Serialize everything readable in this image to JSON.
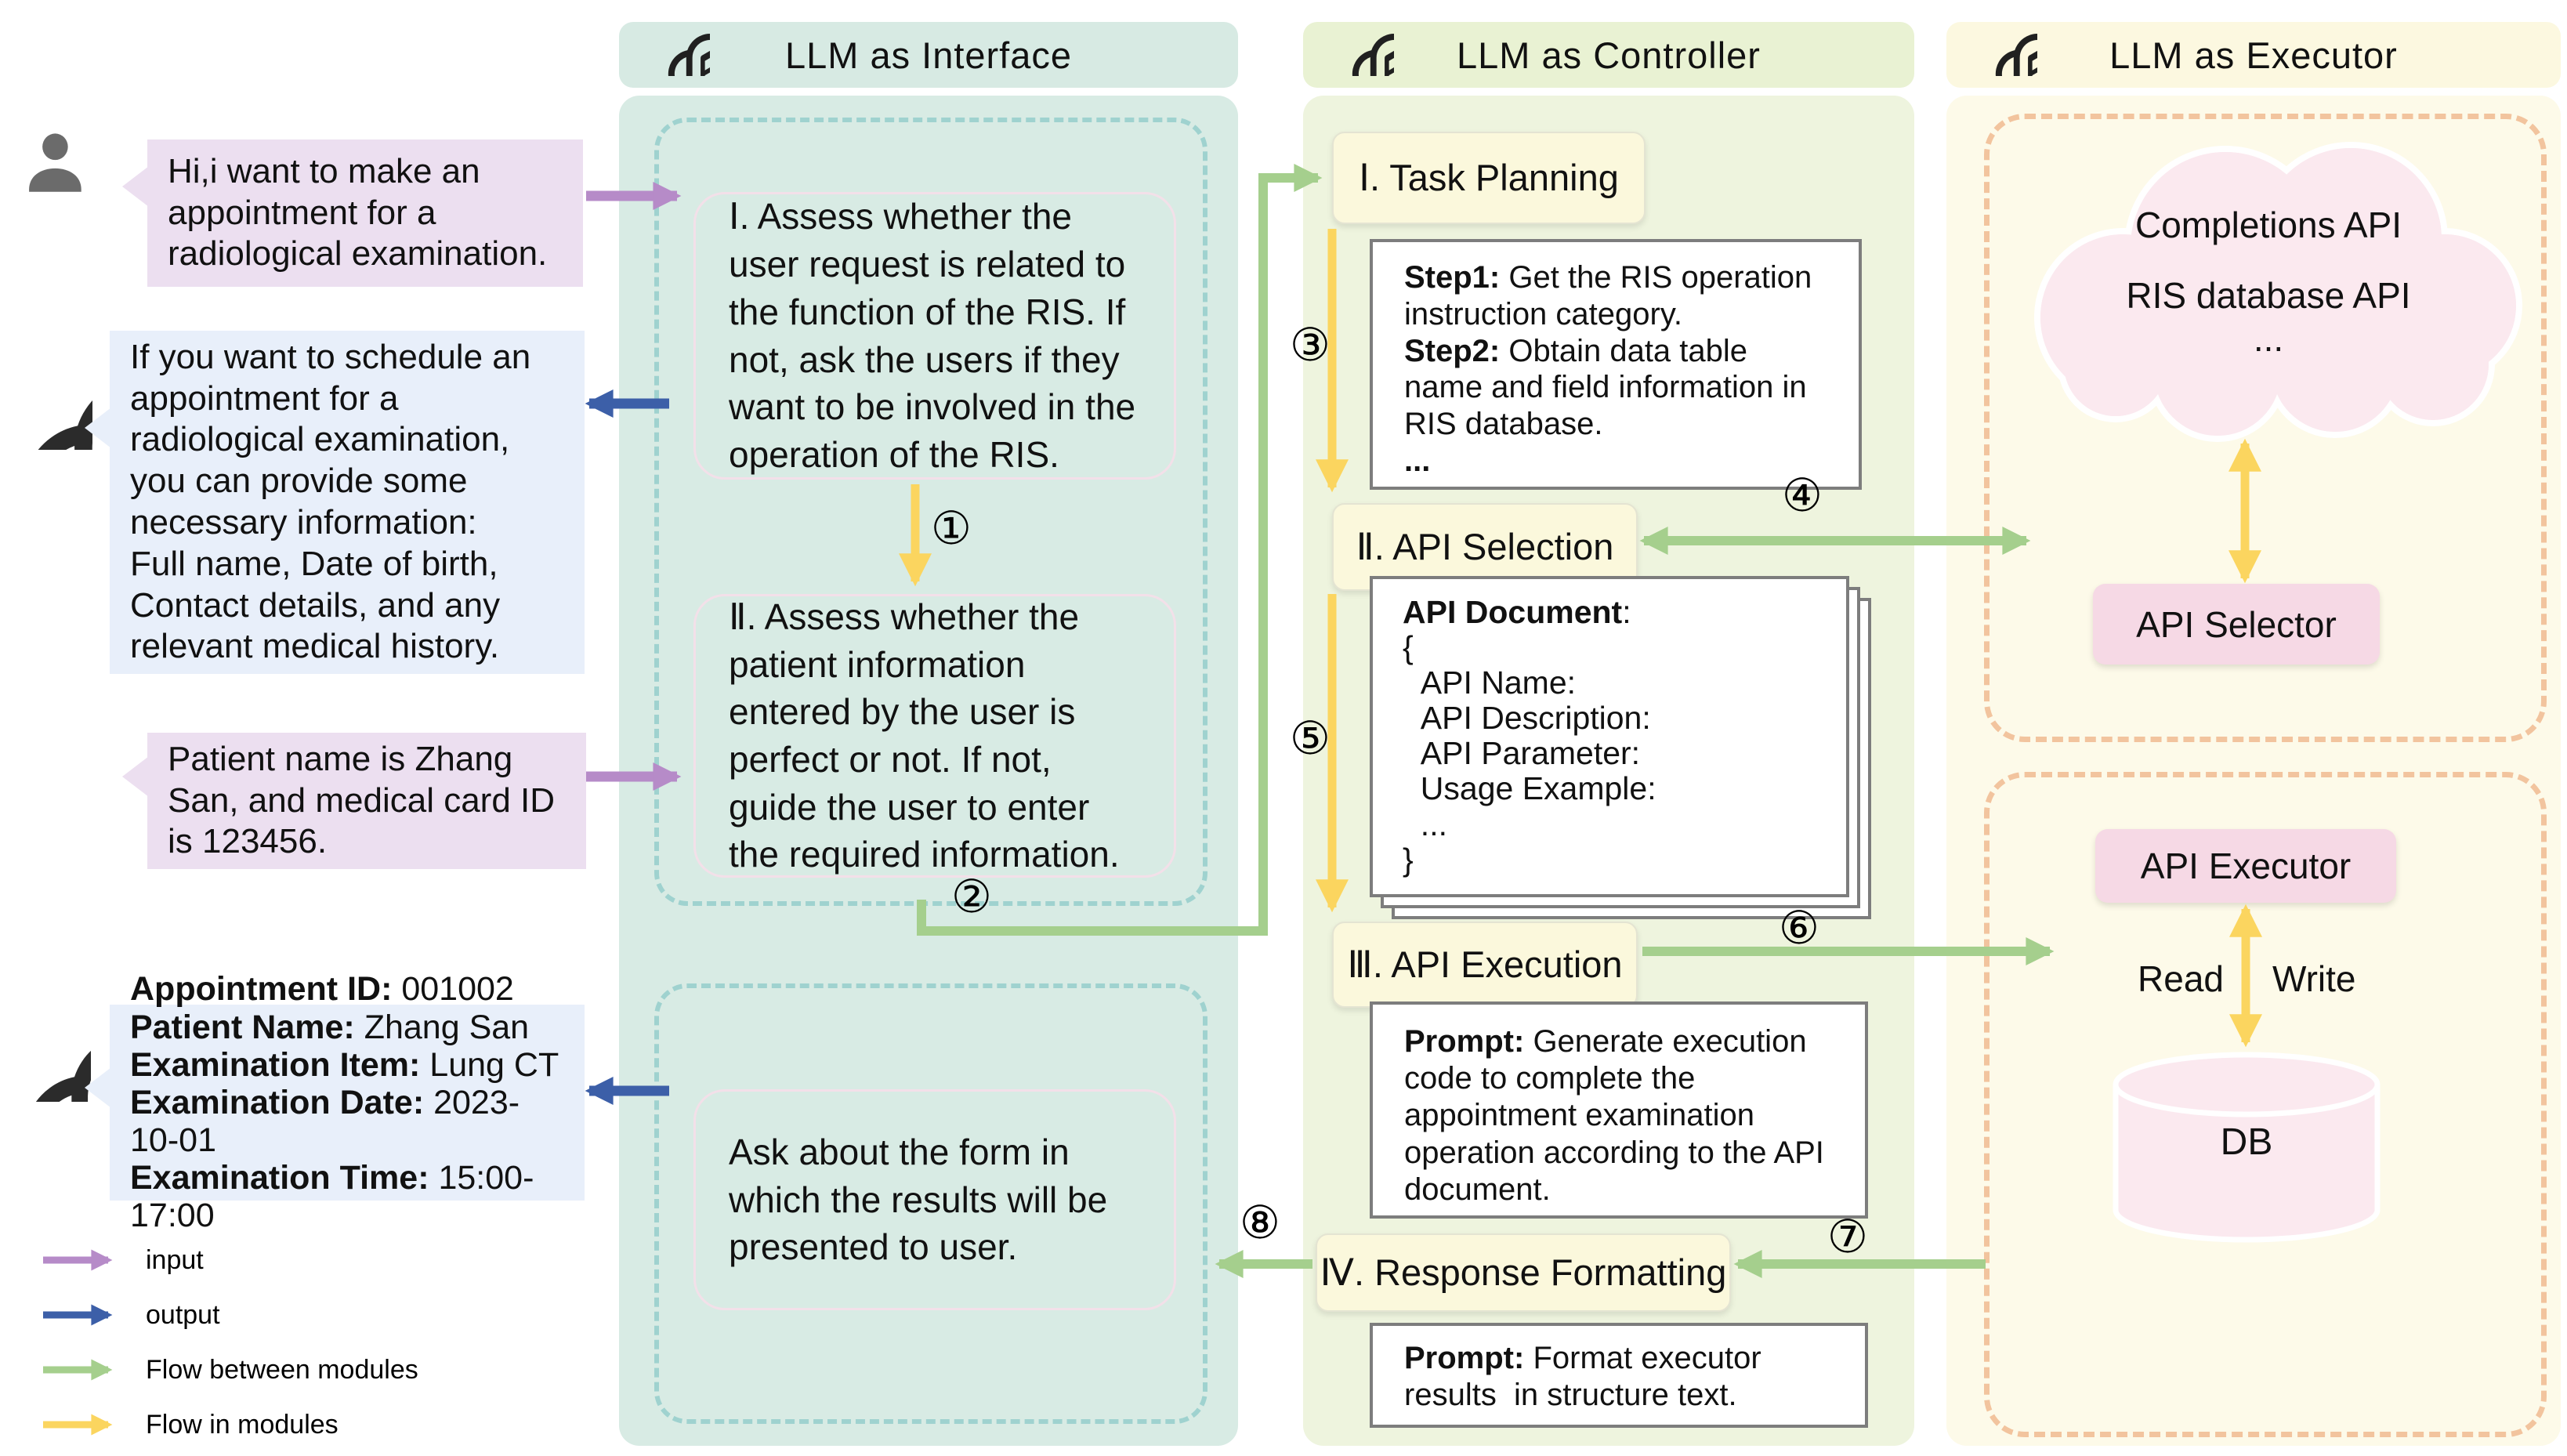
{
  "chat": {
    "user_msg_1": "Hi,i want to make an appointment for a radiological examination.",
    "bot_msg_1": "If you want to schedule an appointment for a radiological examination, you can provide some necessary information:\nFull name, Date of birth, Contact details, and any relevant medical history.",
    "user_msg_2": "Patient name is Zhang San, and medical card ID is 123456.",
    "appointment": {
      "rows": [
        {
          "label": "Appointment ID:",
          "value": " 001002"
        },
        {
          "label": "Patient Name:",
          "value": " Zhang San"
        },
        {
          "label": "Examination Item:",
          "value": " Lung CT"
        },
        {
          "label": "Examination Date:",
          "value": " 2023-10-01"
        },
        {
          "label": "Examination Time:",
          "value": " 15:00-17:00"
        }
      ]
    }
  },
  "interface": {
    "title": "LLM as Interface",
    "box1": "Ⅰ. Assess whether the user request is related to the function of the RIS. If not, ask the users if they want to be involved in the operation of the RIS.",
    "box2": "Ⅱ. Assess whether the patient information entered by the user is perfect or not. If not, guide the user to enter the required information.",
    "box3": "Ask about the form in which the results will be presented to user."
  },
  "controller": {
    "title": "LLM as Controller",
    "heading1": "Ⅰ.  Task Planning",
    "step_box": {
      "step1_label": "Step1:",
      "step1_text": " Get the RIS operation instruction category.",
      "step2_label": "Step2:",
      "step2_text": " Obtain data table name and field information in RIS database.",
      "ellipsis": "..."
    },
    "heading2": "Ⅱ. API Selection",
    "api_doc": {
      "title_bold": "API Document",
      "title_rest": ":",
      "lines": [
        "{",
        "  API Name:",
        "  API Description:",
        "  API Parameter:",
        "  Usage Example:",
        "  ...",
        "}"
      ]
    },
    "heading3": "Ⅲ. API Execution",
    "prompt1_label": "Prompt:",
    "prompt1_text": " Generate execution code to complete the appointment examination operation according to the API document.",
    "heading4": "Ⅳ. Response Formatting",
    "prompt2_label": "Prompt:",
    "prompt2_text": " Format executor results  in structure text."
  },
  "executor": {
    "title": "LLM as Executor",
    "cloud_line1": "Completions API",
    "cloud_line2": "RIS database API",
    "cloud_line3": "...",
    "api_selector": "API Selector",
    "api_executor": "API Executor",
    "read_label": "Read",
    "write_label": "Write",
    "db_label": "DB"
  },
  "flow_numbers": [
    "①",
    "②",
    "③",
    "④",
    "⑤",
    "⑥",
    "⑦",
    "⑧"
  ],
  "legend": {
    "items": [
      {
        "label": "input",
        "color": "#b68bc8"
      },
      {
        "label": "output",
        "color": "#3c5fa8"
      },
      {
        "label": "Flow between modules",
        "color": "#a5cf8d"
      },
      {
        "label": "Flow in modules",
        "color": "#fbd55f"
      }
    ]
  },
  "colors": {
    "input_arrow": "#b68bc8",
    "output_arrow": "#3c5fa8",
    "flow_between_modules": "#a5cf8d",
    "flow_in_modules": "#fbd55f",
    "interface_panel": "#d8ebe4",
    "controller_panel": "#eef4de",
    "executor_panel": "#fdfae9"
  }
}
